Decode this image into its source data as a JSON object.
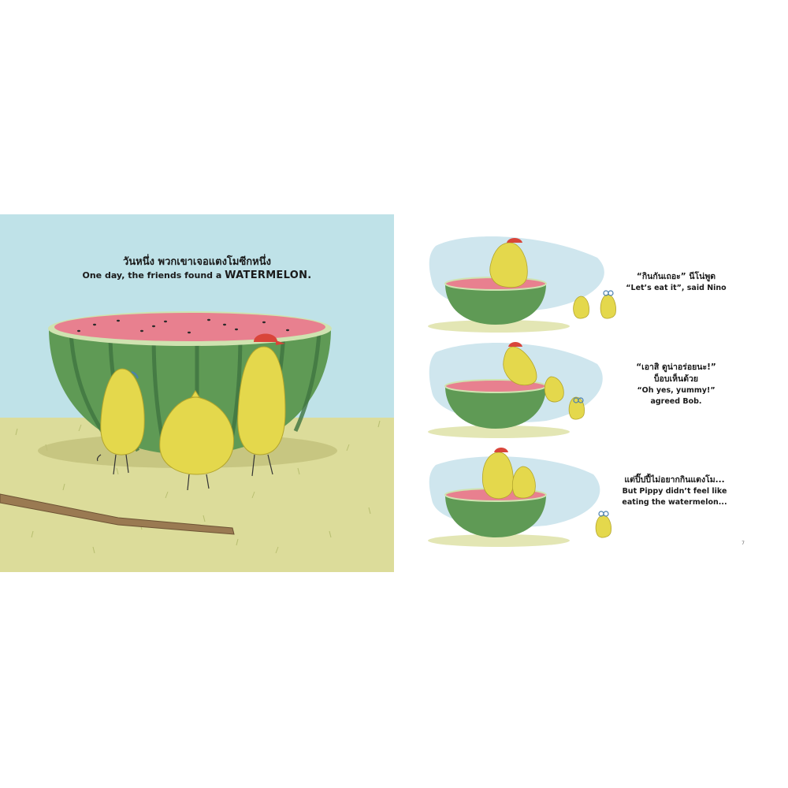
{
  "left_page": {
    "caption_thai": "วันหนึ่ง พวกเขาเจอแตงโมซีกหนึ่ง",
    "caption_english_prefix": "One day, the friends found a",
    "caption_english_highlight": "WATERMELON."
  },
  "right_page": {
    "panels": [
      {
        "text_thai": "“กินกันเถอะ” นีโน่พูด",
        "text_english": "“Let’s eat it”, said Nino"
      },
      {
        "text_thai": "“เอาสิ ดูน่าอร่อยนะ!”",
        "text_thai_2": "บ็อบเห็นด้วย",
        "text_english": "“Oh yes, yummy!”",
        "text_english_2": "agreed Bob."
      },
      {
        "text_thai": "แต่ปิ๊ปปี้ไม่อยากกินแตงโม...",
        "text_english": "But Pippy didn’t feel like",
        "text_english_2": "eating the watermelon..."
      }
    ],
    "page_number": "7"
  },
  "colors": {
    "sky": "#bfe2e8",
    "grass": "#dcdc9a",
    "rind": "#5f9a55",
    "flesh": "#e8808f",
    "chick": "#e4d84c",
    "cap": "#d9453a"
  }
}
